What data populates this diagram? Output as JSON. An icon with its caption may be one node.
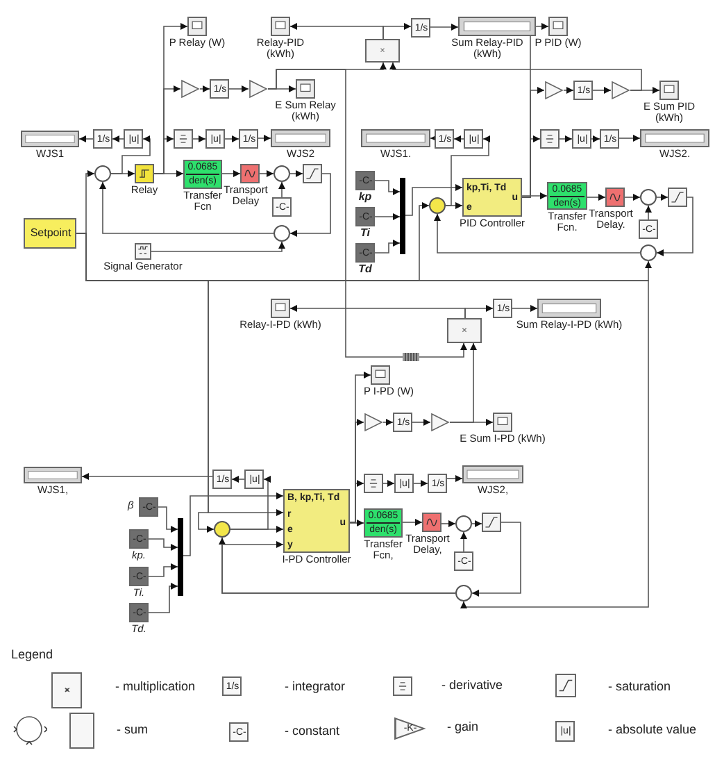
{
  "diagram": {
    "nodes": [
      {
        "text": [],
        "shape": "box",
        "beside": [
          "P Relay (W)"
        ]
      },
      {
        "text": [],
        "shape": "box",
        "beside": [
          "Relay-PID (kWh)"
        ]
      },
      {
        "text": [],
        "shape": "box"
      },
      {
        "text": [
          "1/s"
        ]
      },
      {
        "text": [],
        "shape": "box",
        "beside": [
          "Sum Relay-PID (kWh)"
        ]
      },
      {
        "text": [],
        "shape": "box",
        "beside": [
          "P PID (W)"
        ]
      },
      {
        "text": [],
        "shape": "triangle"
      },
      {
        "text": [
          "1/s"
        ]
      },
      {
        "text": [],
        "shape": "triangle"
      },
      {
        "text": [],
        "shape": "box",
        "beside": [
          "E Sum Relay (kWh)"
        ]
      },
      {
        "text": [],
        "shape": "triangle"
      },
      {
        "text": [
          "1/s"
        ]
      },
      {
        "text": [],
        "shape": "triangle"
      },
      {
        "text": [],
        "shape": "box",
        "beside": [
          "E Sum PID (kWh)"
        ]
      },
      {
        "text": [],
        "shape": "box",
        "beside": [
          "WJS1"
        ]
      },
      {
        "text": [
          "1/s"
        ]
      },
      {
        "text": [
          "|u|"
        ]
      },
      {
        "text": [],
        "shape": "box"
      },
      {
        "text": [
          "|u|"
        ]
      },
      {
        "text": [
          "1/s"
        ]
      },
      {
        "text": [],
        "shape": "box",
        "beside": [
          "WJS2"
        ]
      },
      {
        "text": [],
        "shape": "box",
        "beside": [
          "WJS1."
        ]
      },
      {
        "text": [
          "1/s"
        ]
      },
      {
        "text": [
          "|u|"
        ]
      },
      {
        "text": [],
        "shape": "box"
      },
      {
        "text": [
          "|u|"
        ]
      },
      {
        "text": [
          "1/s"
        ]
      },
      {
        "text": [],
        "shape": "box",
        "beside": [
          "WJS2."
        ]
      },
      {
        "text": [],
        "shape": "circle"
      },
      {
        "text": [],
        "shape": "box",
        "beside": [
          "Relay"
        ]
      },
      {
        "text": [
          "0.0685",
          "den(s)"
        ],
        "beside": [
          "Transfer Fcn"
        ]
      },
      {
        "text": [],
        "shape": "box",
        "beside": [
          "Transport Delay"
        ]
      },
      {
        "text": [],
        "shape": "circle"
      },
      {
        "text": [],
        "shape": "box"
      },
      {
        "text": [
          "-C-"
        ]
      },
      {
        "text": [
          "Setpoint"
        ]
      },
      {
        "text": [],
        "shape": "circle"
      },
      {
        "text": [],
        "shape": "box",
        "beside": [
          "Signal Generator"
        ]
      },
      {
        "text": [
          "-C-"
        ],
        "beside": [
          "kp"
        ]
      },
      {
        "text": [
          "-C-"
        ],
        "beside": [
          "Ti"
        ]
      },
      {
        "text": [
          "-C-"
        ],
        "beside": [
          "Td"
        ]
      },
      {
        "text": [],
        "shape": "bar"
      },
      {
        "text": [],
        "shape": "circle"
      },
      {
        "text": [
          "kp,Ti, Td",
          "e",
          "u"
        ],
        "beside": [
          "PID Controller"
        ]
      },
      {
        "text": [
          "0.0685",
          "den(s)"
        ],
        "beside": [
          "Transfer Fcn."
        ]
      },
      {
        "text": [],
        "shape": "box",
        "beside": [
          "Transport Delay."
        ]
      },
      {
        "text": [],
        "shape": "circle"
      },
      {
        "text": [],
        "shape": "box"
      },
      {
        "text": [
          "-C-"
        ]
      },
      {
        "text": [],
        "shape": "circle"
      },
      {
        "text": [],
        "shape": "box",
        "beside": [
          "Relay-I-PD (kWh)"
        ]
      },
      {
        "text": [],
        "shape": "box"
      },
      {
        "text": [
          "1/s"
        ]
      },
      {
        "text": [],
        "shape": "box",
        "beside": [
          "Sum Relay-I-PD (kWh)"
        ]
      },
      {
        "text": [],
        "shape": "box",
        "beside": [
          "P I-PD (W)"
        ]
      },
      {
        "text": [],
        "shape": "triangle"
      },
      {
        "text": [
          "1/s"
        ]
      },
      {
        "text": [],
        "shape": "triangle"
      },
      {
        "text": [],
        "shape": "box",
        "beside": [
          "E Sum I-PD (kWh)"
        ]
      },
      {
        "text": [],
        "shape": "box",
        "beside": [
          "WJS1,"
        ]
      },
      {
        "text": [
          "1/s"
        ]
      },
      {
        "text": [
          "|u|"
        ]
      },
      {
        "text": [],
        "shape": "box"
      },
      {
        "text": [
          "|u|"
        ]
      },
      {
        "text": [
          "1/s"
        ]
      },
      {
        "text": [],
        "shape": "box",
        "beside": [
          "WJS2,"
        ]
      },
      {
        "text": [
          "-C-"
        ],
        "beside": [
          "β"
        ]
      },
      {
        "text": [
          "-C-"
        ],
        "beside": [
          "kp."
        ]
      },
      {
        "text": [
          "-C-"
        ],
        "beside": [
          "Ti."
        ]
      },
      {
        "text": [
          "-C-"
        ],
        "beside": [
          "Td."
        ]
      },
      {
        "text": [],
        "shape": "bar"
      },
      {
        "text": [],
        "shape": "circle"
      },
      {
        "text": [
          "B, kp,Ti, Td",
          "r",
          "e",
          "y",
          "u"
        ],
        "beside": [
          "I-PD Controller"
        ]
      },
      {
        "text": [
          "0.0685",
          "den(s)"
        ],
        "beside": [
          "Transfer Fcn,"
        ]
      },
      {
        "text": [],
        "shape": "box",
        "beside": [
          "Transport Delay,"
        ]
      },
      {
        "text": [],
        "shape": "circle"
      },
      {
        "text": [],
        "shape": "box"
      },
      {
        "text": [
          "-C-"
        ]
      },
      {
        "text": [],
        "shape": "circle"
      },
      {
        "text": [
          "×"
        ]
      },
      {
        "text": [
          "1/s"
        ]
      },
      {
        "text": [
          "-C-"
        ]
      },
      {
        "text": [
          "-K-"
        ]
      },
      {
        "text": [
          "|u|"
        ]
      }
    ],
    "edges": [
      {
        "from": 35,
        "to": 28,
        "arrow": "to"
      },
      {
        "from": 28,
        "to": 29,
        "arrow": "to"
      },
      {
        "from": 29,
        "to": 30,
        "arrow": "to"
      },
      {
        "from": 29,
        "to": 0,
        "arrow": "to"
      },
      {
        "from": 29,
        "to": 6,
        "arrow": "to"
      },
      {
        "from": 29,
        "to": 17,
        "arrow": "to"
      },
      {
        "from": 30,
        "to": 31,
        "arrow": "to"
      },
      {
        "from": 31,
        "to": 32,
        "arrow": "to"
      },
      {
        "from": 32,
        "to": 33,
        "arrow": "to"
      },
      {
        "from": 34,
        "to": 32,
        "arrow": "to"
      },
      {
        "from": 33,
        "to": 36,
        "arrow": "to"
      },
      {
        "from": 36,
        "to": 28,
        "arrow": "to"
      },
      {
        "from": 37,
        "to": 36,
        "arrow": "to"
      },
      {
        "from": 28,
        "to": 16,
        "arrow": "to"
      },
      {
        "from": 16,
        "to": 15,
        "arrow": "to"
      },
      {
        "from": 15,
        "to": 14,
        "arrow": "to"
      },
      {
        "from": 17,
        "to": 18,
        "arrow": "to"
      },
      {
        "from": 18,
        "to": 19,
        "arrow": "to"
      },
      {
        "from": 19,
        "to": 20,
        "arrow": "to"
      },
      {
        "from": 6,
        "to": 7,
        "arrow": "to"
      },
      {
        "from": 7,
        "to": 8,
        "arrow": "to"
      },
      {
        "from": 8,
        "to": 9,
        "arrow": "to"
      },
      {
        "from": 8,
        "to": 2,
        "arrow": "to"
      },
      {
        "from": 8,
        "to": 51,
        "arrow": "to"
      },
      {
        "from": 2,
        "to": 3,
        "arrow": "to"
      },
      {
        "from": 2,
        "to": 1,
        "arrow": "to"
      },
      {
        "from": 3,
        "to": 4,
        "arrow": "to"
      },
      {
        "from": 35,
        "to": 42,
        "arrow": "to"
      },
      {
        "from": 35,
        "to": 49,
        "arrow": "to"
      },
      {
        "from": 42,
        "to": 43,
        "arrow": "to"
      },
      {
        "from": 42,
        "to": 23,
        "arrow": "to"
      },
      {
        "from": 23,
        "to": 22,
        "arrow": "to"
      },
      {
        "from": 22,
        "to": 21,
        "arrow": "to"
      },
      {
        "from": 38,
        "to": 41,
        "arrow": "to"
      },
      {
        "from": 39,
        "to": 41,
        "arrow": "to"
      },
      {
        "from": 40,
        "to": 41,
        "arrow": "to"
      },
      {
        "from": 41,
        "to": 43,
        "arrow": "to"
      },
      {
        "from": 43,
        "to": 44,
        "arrow": "to"
      },
      {
        "from": 43,
        "to": 5,
        "arrow": "to"
      },
      {
        "from": 43,
        "to": 10,
        "arrow": "to"
      },
      {
        "from": 43,
        "to": 24,
        "arrow": "to"
      },
      {
        "from": 10,
        "to": 11,
        "arrow": "to"
      },
      {
        "from": 11,
        "to": 12,
        "arrow": "to"
      },
      {
        "from": 12,
        "to": 13,
        "arrow": "to"
      },
      {
        "from": 12,
        "to": 2,
        "arrow": "to"
      },
      {
        "from": 24,
        "to": 25,
        "arrow": "to"
      },
      {
        "from": 25,
        "to": 26,
        "arrow": "to"
      },
      {
        "from": 26,
        "to": 27,
        "arrow": "to"
      },
      {
        "from": 44,
        "to": 45,
        "arrow": "to"
      },
      {
        "from": 45,
        "to": 46,
        "arrow": "to"
      },
      {
        "from": 46,
        "to": 47,
        "arrow": "to"
      },
      {
        "from": 48,
        "to": 46,
        "arrow": "to"
      },
      {
        "from": 47,
        "to": 49,
        "arrow": "to"
      },
      {
        "from": 49,
        "to": 42,
        "arrow": "to"
      },
      {
        "from": 35,
        "to": 72,
        "arrow": "to"
      },
      {
        "from": 35,
        "to": 71,
        "arrow": "to"
      },
      {
        "from": 35,
        "to": 78,
        "arrow": "to"
      },
      {
        "from": 51,
        "to": 52,
        "arrow": "to"
      },
      {
        "from": 51,
        "to": 50,
        "arrow": "to"
      },
      {
        "from": 52,
        "to": 53,
        "arrow": "to"
      },
      {
        "from": 57,
        "to": 51,
        "arrow": "to"
      },
      {
        "from": 72,
        "to": 73,
        "arrow": "to"
      },
      {
        "from": 72,
        "to": 54,
        "arrow": "to"
      },
      {
        "from": 72,
        "to": 55,
        "arrow": "to"
      },
      {
        "from": 72,
        "to": 62,
        "arrow": "to"
      },
      {
        "from": 55,
        "to": 56,
        "arrow": "to"
      },
      {
        "from": 56,
        "to": 57,
        "arrow": "to"
      },
      {
        "from": 57,
        "to": 58,
        "arrow": "to"
      },
      {
        "from": 62,
        "to": 63,
        "arrow": "to"
      },
      {
        "from": 63,
        "to": 64,
        "arrow": "to"
      },
      {
        "from": 64,
        "to": 65,
        "arrow": "to"
      },
      {
        "from": 73,
        "to": 74,
        "arrow": "to"
      },
      {
        "from": 74,
        "to": 75,
        "arrow": "to"
      },
      {
        "from": 75,
        "to": 76,
        "arrow": "to"
      },
      {
        "from": 77,
        "to": 75,
        "arrow": "to"
      },
      {
        "from": 76,
        "to": 78,
        "arrow": "to"
      },
      {
        "from": 78,
        "to": 71,
        "arrow": "to"
      },
      {
        "from": 78,
        "to": 72,
        "arrow": "to"
      },
      {
        "from": 71,
        "to": 72,
        "arrow": "to"
      },
      {
        "from": 71,
        "to": 61,
        "arrow": "to"
      },
      {
        "from": 61,
        "to": 60,
        "arrow": "to"
      },
      {
        "from": 60,
        "to": 59,
        "arrow": "to"
      },
      {
        "from": 70,
        "to": 72,
        "arrow": "to"
      },
      {
        "from": 66,
        "to": 70,
        "arrow": "to"
      },
      {
        "from": 67,
        "to": 70,
        "arrow": "to"
      },
      {
        "from": 68,
        "to": 70,
        "arrow": "to"
      },
      {
        "from": 69,
        "to": 70,
        "arrow": "to"
      }
    ],
    "labels": [
      "Legend"
    ],
    "legend": [
      {
        "text": "- multiplication"
      },
      {
        "text": "- integrator"
      },
      {
        "text": "- derivative"
      },
      {
        "text": "- saturation"
      },
      {
        "text": "- sum"
      },
      {
        "text": "- constant"
      },
      {
        "text": "- gain"
      },
      {
        "text": "- absolute value"
      }
    ]
  }
}
